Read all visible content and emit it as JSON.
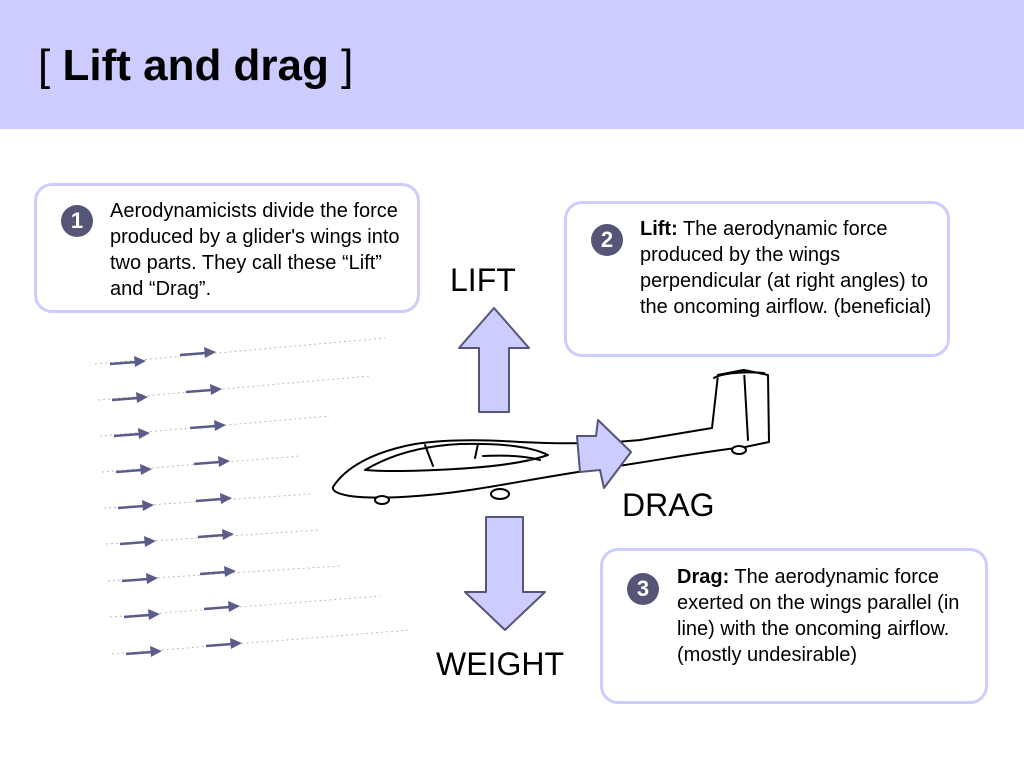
{
  "slide": {
    "title": "Lift and drag",
    "bracket_open": "[",
    "bracket_close": "]"
  },
  "callouts": [
    {
      "number": "1",
      "text": "Aerodynamicists divide the force produced by a glider's wings into two parts.  They call these “Lift” and “Drag”."
    },
    {
      "number": "2",
      "term": "Lift:",
      "text": " The aerodynamic force produced by the wings perpendicular (at right angles) to the oncoming airflow.  (beneficial)"
    },
    {
      "number": "3",
      "term": "Drag:",
      "text": " The aerodynamic force exerted on the wings parallel (in line) with the oncoming airflow.  (mostly undesirable)"
    }
  ],
  "force_labels": {
    "lift": "LIFT",
    "drag": "DRAG",
    "weight": "WEIGHT"
  },
  "colors": {
    "header_bg": "#ccccff",
    "box_border": "#ccccff",
    "arrow_fill": "#ccccff",
    "arrow_stroke": "#555577",
    "number_bg": "#555577",
    "airflow_arrow": "#5c5c8a"
  }
}
